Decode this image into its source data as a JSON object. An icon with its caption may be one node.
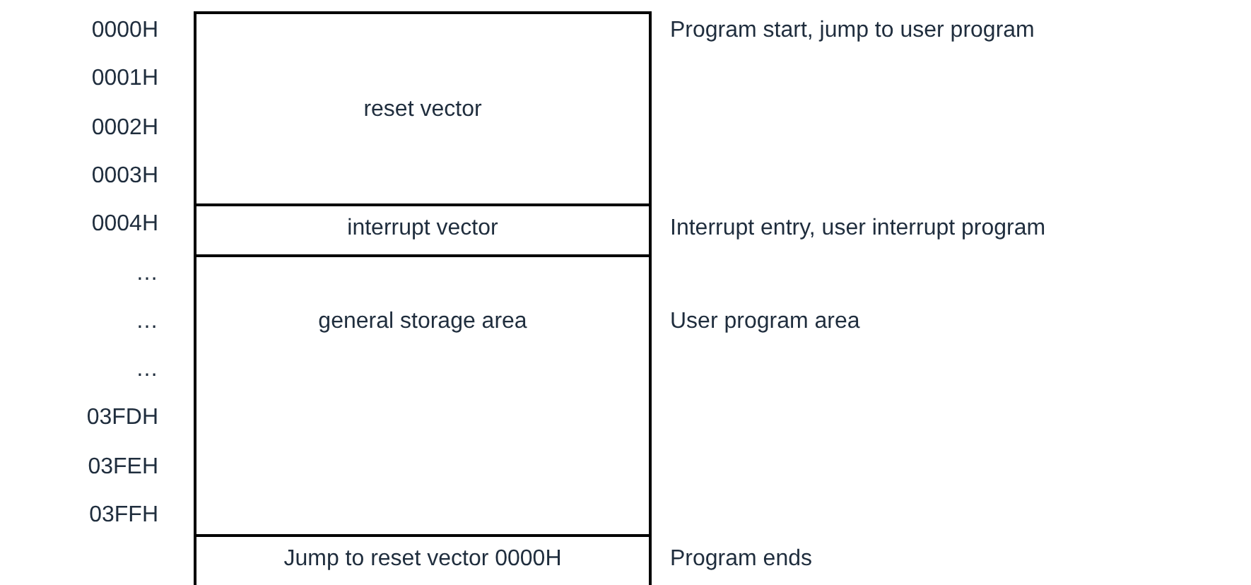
{
  "diagram": {
    "nodes": [
      {
        "text": [
          "reset vector"
        ],
        "beside": [
          "Program start, jump to user program"
        ]
      },
      {
        "text": [
          "interrupt vector"
        ],
        "beside": [
          "Interrupt entry, user interrupt program"
        ]
      },
      {
        "text": [
          "general storage area"
        ],
        "beside": [
          "User program area"
        ]
      },
      {
        "text": [
          "Jump to reset vector 0000H"
        ],
        "beside": [
          "Program ends"
        ]
      }
    ],
    "labels": [
      "0000H",
      "0001H",
      "0002H",
      "0003H",
      "0004H",
      "…",
      "…",
      "…",
      "03FDH",
      "03FEH",
      "03FFH"
    ]
  }
}
